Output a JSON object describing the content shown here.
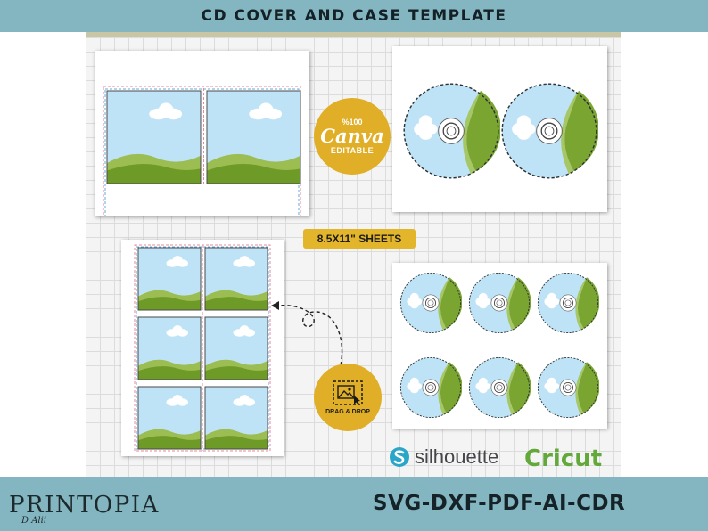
{
  "header": {
    "title": "CD COVER AND CASE TEMPLATE"
  },
  "canva_badge": {
    "percent": "%100",
    "brand": "Canva",
    "label": "EDITABLE"
  },
  "sheets_label": "8.5X11\" SHEETS",
  "drag_badge": {
    "label": "DRAG & DROP"
  },
  "logos": {
    "silhouette": "silhouette",
    "cricut": "Cricut"
  },
  "brand": {
    "name": "PRINTOPIA",
    "signature": "D Alii"
  },
  "footer": {
    "formats": "SVG-DXF-PDF-AI-CDR"
  },
  "colors": {
    "banner": "#84b6c1",
    "gold": "#e0ae27",
    "grass": "#7aa531",
    "sky": "#bfe3f6"
  }
}
